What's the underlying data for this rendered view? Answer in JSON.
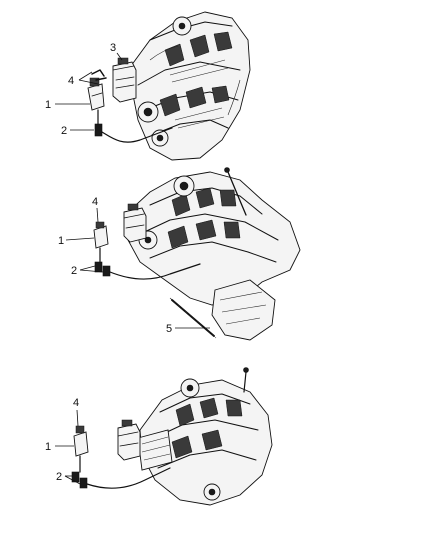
{
  "views": [
    {
      "id": "view-1",
      "callouts": [
        {
          "id": "c1",
          "label": "1"
        },
        {
          "id": "c2",
          "label": "2"
        },
        {
          "id": "c3",
          "label": "3"
        },
        {
          "id": "c4",
          "label": "4"
        }
      ]
    },
    {
      "id": "view-2",
      "callouts": [
        {
          "id": "c1",
          "label": "1"
        },
        {
          "id": "c2",
          "label": "2"
        },
        {
          "id": "c4",
          "label": "4"
        },
        {
          "id": "c5",
          "label": "5"
        }
      ]
    },
    {
      "id": "view-3",
      "callouts": [
        {
          "id": "c1",
          "label": "1"
        },
        {
          "id": "c2",
          "label": "2"
        },
        {
          "id": "c4",
          "label": "4"
        }
      ]
    }
  ]
}
